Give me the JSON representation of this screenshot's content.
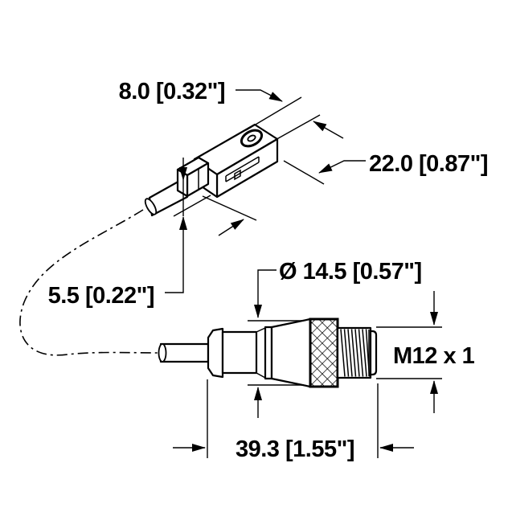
{
  "figure": {
    "background": "#ffffff",
    "ink": "#000000",
    "sensor_view": {
      "width_dim": "8.0 [0.32\"]",
      "length_dim": "22.0 [0.87\"]",
      "height_dim": "5.5 [0.22\"]"
    },
    "connector_view": {
      "diameter_dim": "Ø 14.5 [0.57\"]",
      "thread_label": "M12 x 1",
      "length_dim": "39.3 [1.55\"]"
    }
  }
}
